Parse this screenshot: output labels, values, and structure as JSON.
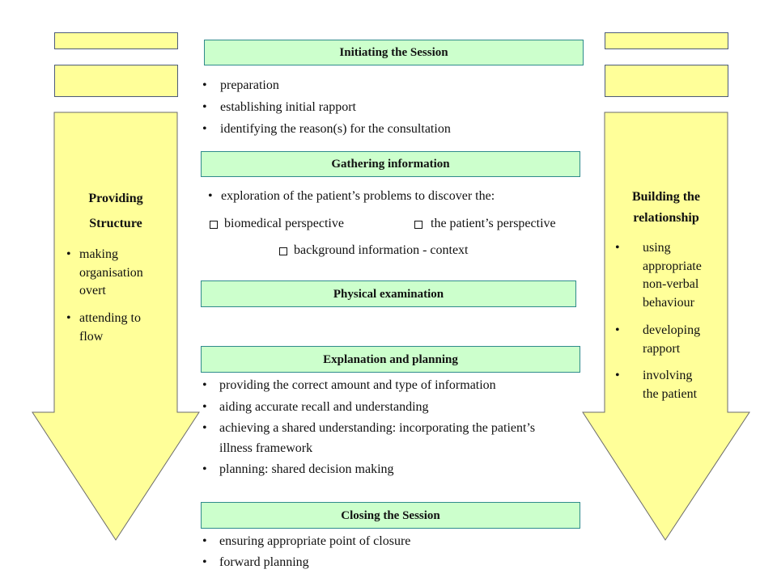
{
  "colors": {
    "arrow_fill": "#ffff99",
    "stage_fill": "#ccffcc",
    "stage_border": "#2e8b8b"
  },
  "left_arrow": {
    "heading": {
      "line1": "Providing",
      "line2": "Structure"
    },
    "bullets": [
      {
        "lines": [
          "making",
          "organisation",
          "overt"
        ]
      },
      {
        "lines": [
          "attending to",
          "flow"
        ]
      }
    ]
  },
  "right_arrow": {
    "heading": {
      "line1": "Building the",
      "line2": "relationship"
    },
    "bullets": [
      {
        "lines": [
          "using",
          "appropriate",
          "non-verbal",
          "behaviour"
        ]
      },
      {
        "lines": [
          "developing",
          "rapport"
        ]
      },
      {
        "lines": [
          "involving",
          "the patient"
        ]
      }
    ]
  },
  "stages": {
    "initiating": {
      "title": "Initiating the Session",
      "bullets": [
        "preparation",
        "establishing initial rapport",
        "identifying the reason(s) for the consultation"
      ]
    },
    "gathering": {
      "title": "Gathering information",
      "intro": "exploration of the patient’s problems to discover the:",
      "perspectives": [
        "biomedical perspective",
        "the patient’s perspective",
        "background information - context"
      ]
    },
    "physical": {
      "title": "Physical examination"
    },
    "explanation": {
      "title": "Explanation and planning",
      "bullets": [
        {
          "lines": [
            "providing the correct amount and type of information"
          ]
        },
        {
          "lines": [
            "aiding accurate recall and understanding"
          ]
        },
        {
          "lines": [
            "achieving a shared understanding: incorporating the patient’s",
            "illness framework"
          ]
        },
        {
          "lines": [
            "planning: shared decision making"
          ]
        }
      ]
    },
    "closing": {
      "title": "Closing the Session",
      "bullets": [
        "ensuring appropriate point of closure",
        "forward planning"
      ]
    }
  }
}
